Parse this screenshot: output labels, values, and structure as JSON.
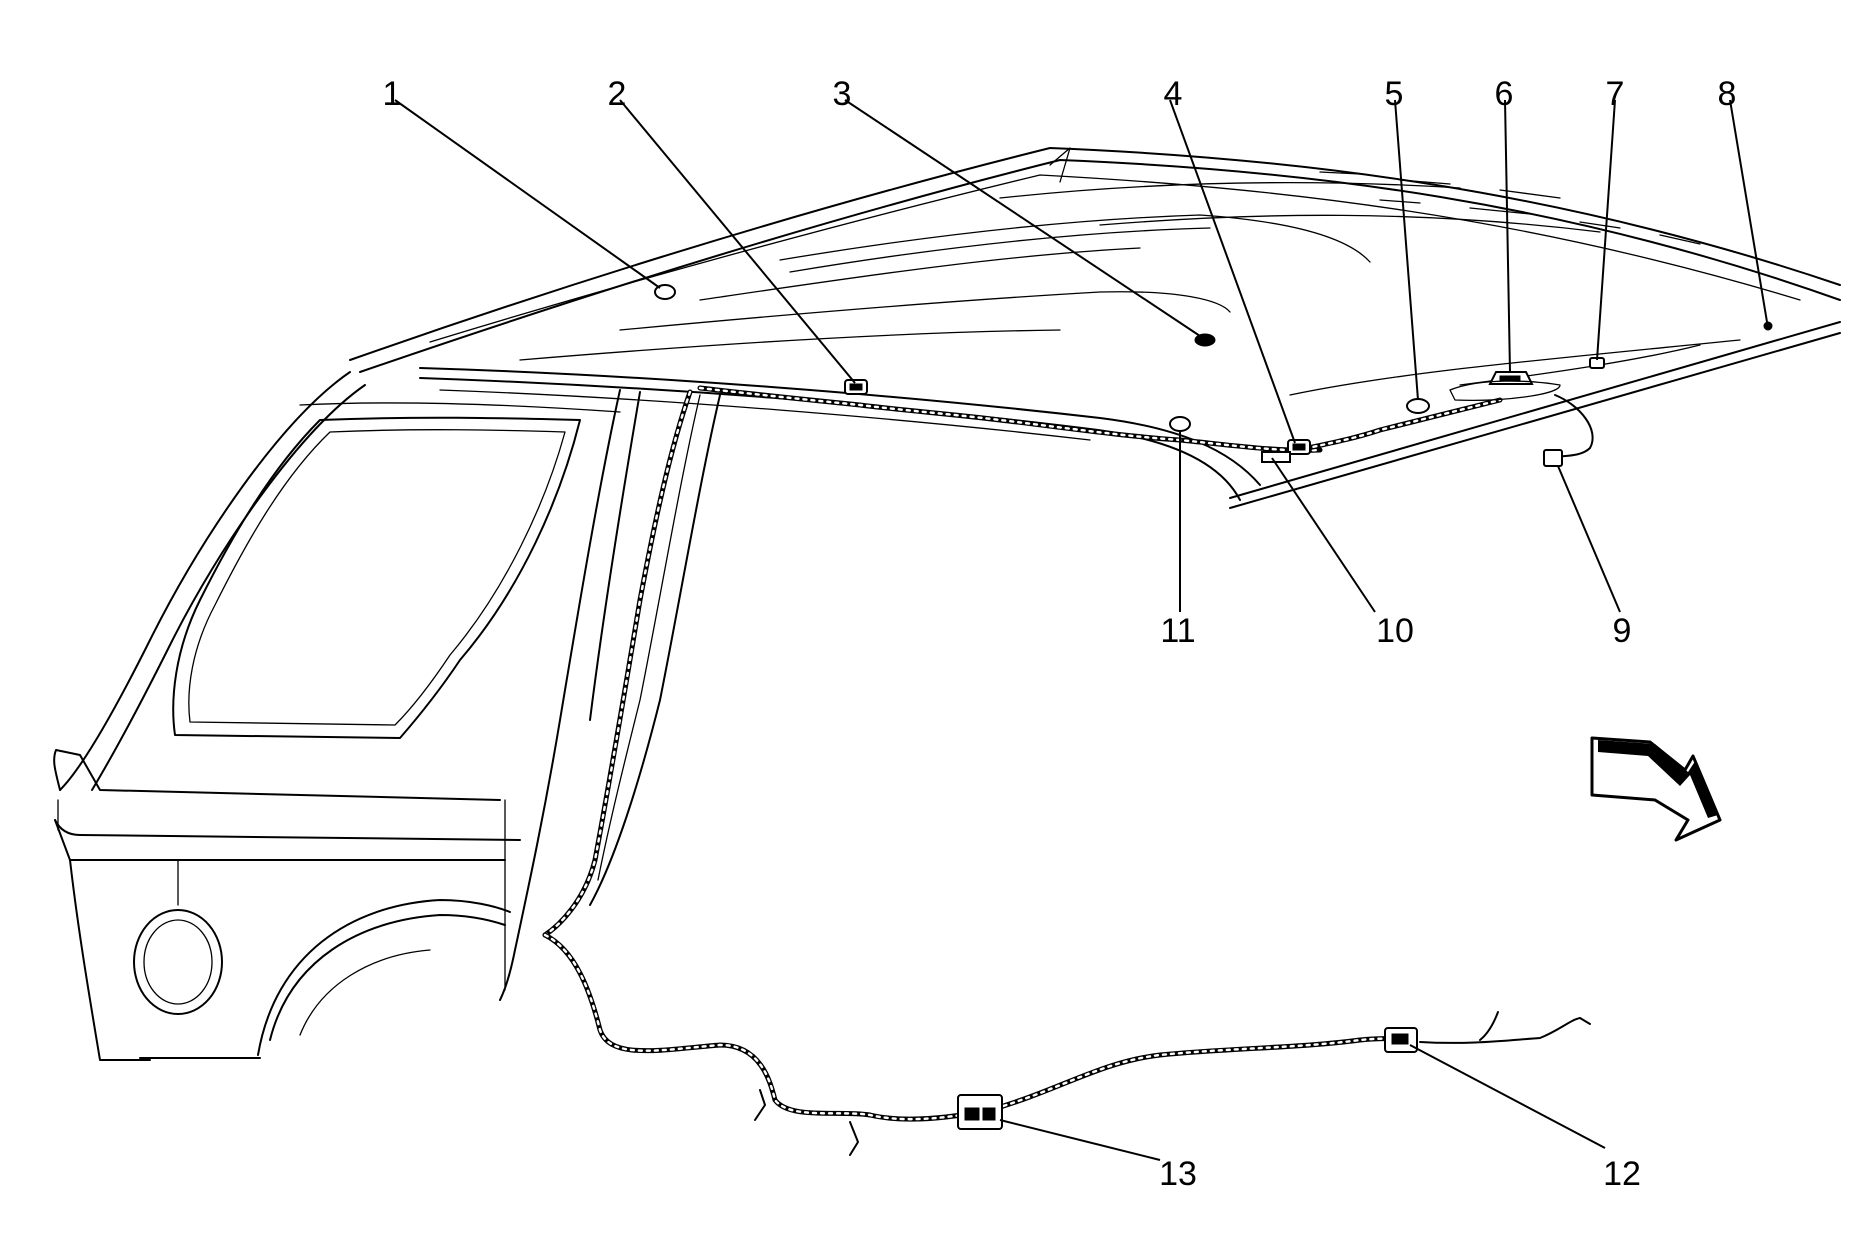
{
  "callouts": [
    {
      "id": "1",
      "label": "1"
    },
    {
      "id": "2",
      "label": "2"
    },
    {
      "id": "3",
      "label": "3"
    },
    {
      "id": "4",
      "label": "4"
    },
    {
      "id": "5",
      "label": "5"
    },
    {
      "id": "6",
      "label": "6"
    },
    {
      "id": "7",
      "label": "7"
    },
    {
      "id": "8",
      "label": "8"
    },
    {
      "id": "9",
      "label": "9"
    },
    {
      "id": "10",
      "label": "10"
    },
    {
      "id": "11",
      "label": "11"
    },
    {
      "id": "12",
      "label": "12"
    },
    {
      "id": "13",
      "label": "13"
    }
  ],
  "direction_arrow": {
    "icon": "front-direction-arrow-icon",
    "points_to": "lower-right"
  },
  "colors": {
    "line": "#000000",
    "background": "#ffffff"
  }
}
